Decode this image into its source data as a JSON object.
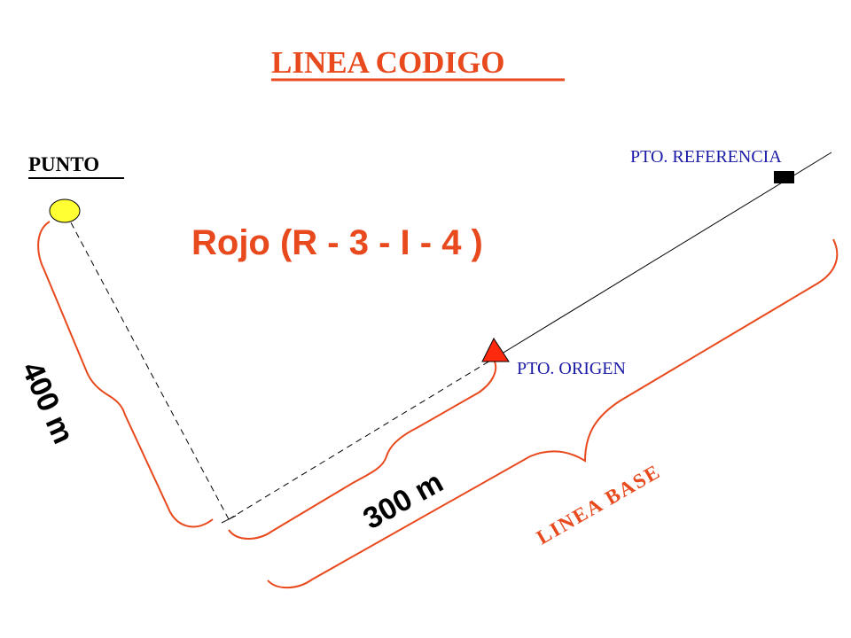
{
  "title": "LINEA CODIGO",
  "code_label": "Rojo (R - 3 - I - 4 )",
  "labels": {
    "punto": "PUNTO",
    "pto_referencia": "PTO. REFERENCIA",
    "pto_origen": "PTO. ORIGEN",
    "linea_base": "LINEA BASE",
    "dist_400": "400 m",
    "dist_300": "300 m"
  },
  "colors": {
    "accent": "#e8491d",
    "brace": "#e8491d",
    "blue_label": "#1a1aa6",
    "point_fill": "#ffff33",
    "origin_fill": "#ff2a0d",
    "reference_fill": "#000000"
  }
}
